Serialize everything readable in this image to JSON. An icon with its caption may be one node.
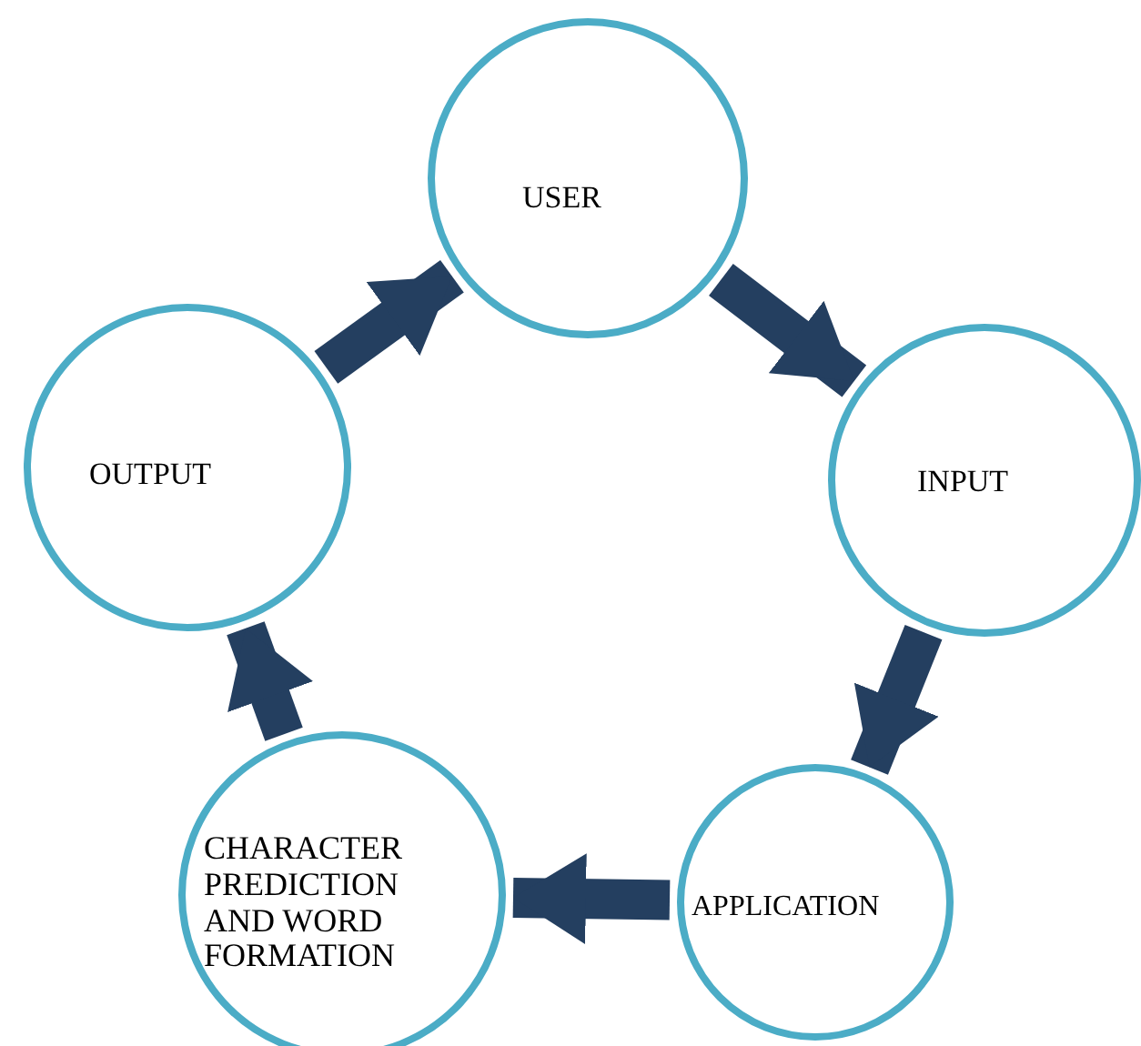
{
  "diagram": {
    "nodes": [
      {
        "text": [
          "USER"
        ]
      },
      {
        "text": [
          "INPUT"
        ]
      },
      {
        "text": [
          "APPLICATION"
        ]
      },
      {
        "text": [
          "CHARACTER PREDICTION AND WORD FORMATION"
        ]
      },
      {
        "text": [
          "OUTPUT"
        ]
      }
    ],
    "edges": [
      {
        "from": 0,
        "to": 1,
        "arrow": "to"
      },
      {
        "from": 1,
        "to": 2,
        "arrow": "to"
      },
      {
        "from": 2,
        "to": 3,
        "arrow": "to"
      },
      {
        "from": 3,
        "to": 4,
        "arrow": "to"
      },
      {
        "from": 4,
        "to": 0,
        "arrow": "to"
      }
    ]
  }
}
